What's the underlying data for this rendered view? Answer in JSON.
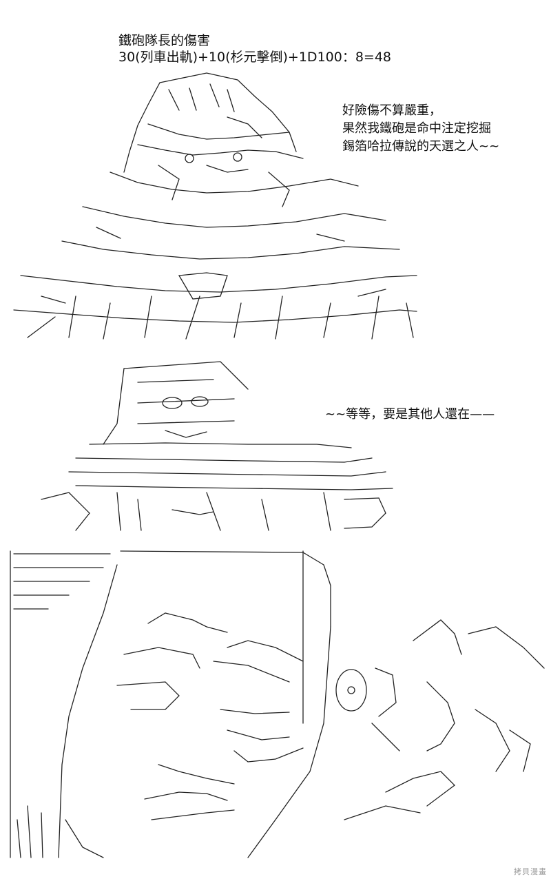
{
  "header": {
    "title": "鐵砲隊長的傷害",
    "formula": "30(列車出軌)+10(杉元擊倒)+1D100：8=48"
  },
  "speech_top": {
    "lines": [
      "好險傷不算嚴重，",
      "果然我鐵砲是命中注定挖掘",
      "錫箔哈拉傳說的天選之人~~"
    ]
  },
  "speech_middle": {
    "text": "~~等等，要是其他人還在——"
  },
  "watermark": {
    "text": "拷貝漫畫"
  },
  "colors": {
    "ink": "#111111",
    "background": "#ffffff",
    "watermark": "#9a9a9a"
  }
}
